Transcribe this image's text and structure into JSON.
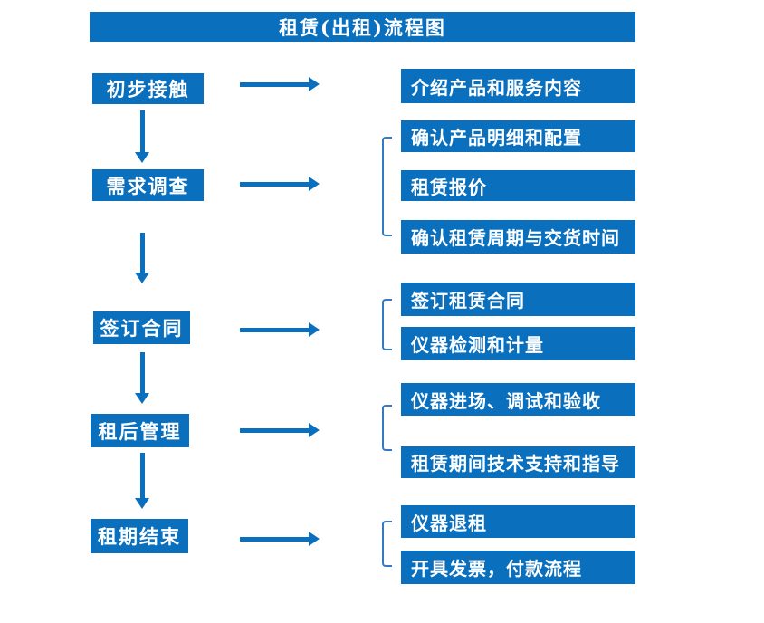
{
  "title": "租赁(出租)流程图",
  "colors": {
    "box_blue": "#0a70be",
    "bracket_blue": "#3779be",
    "text": "#ffffff",
    "background": "#ffffff"
  },
  "stages": [
    {
      "label": "初步接触",
      "outputs": [
        "介绍产品和服务内容"
      ]
    },
    {
      "label": "需求调查",
      "outputs": [
        "确认产品明细和配置",
        "租赁报价",
        "确认租赁周期与交货时间"
      ]
    },
    {
      "label": "签订合同",
      "outputs": [
        "签订租赁合同",
        "仪器检测和计量"
      ]
    },
    {
      "label": "租后管理",
      "outputs": [
        "仪器进场、调试和验收",
        "租赁期间技术支持和指导"
      ]
    },
    {
      "label": "租期结束",
      "outputs": [
        "仪器退租",
        "开具发票，付款流程"
      ]
    }
  ]
}
